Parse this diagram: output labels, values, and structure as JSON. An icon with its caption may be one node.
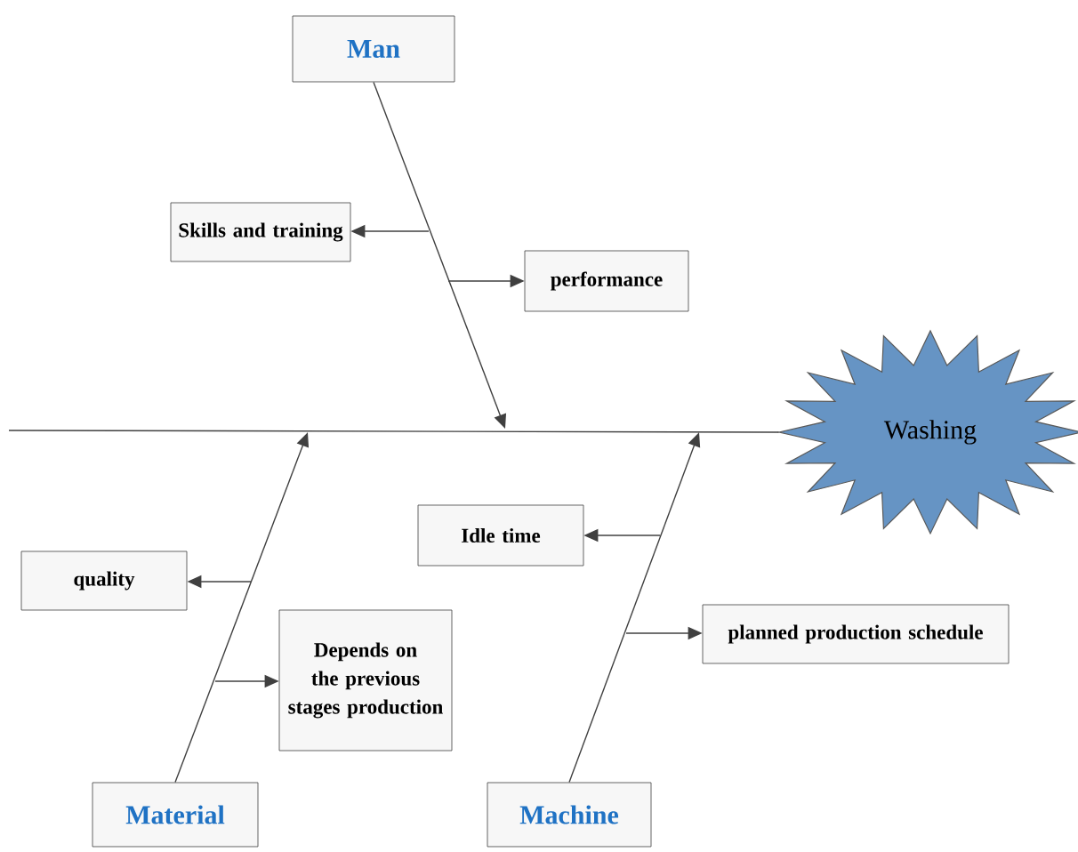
{
  "diagram": {
    "nodes": [
      {
        "text": [
          "Washing"
        ]
      },
      {
        "text": [
          "Man"
        ]
      },
      {
        "text": [
          "Skills and training"
        ]
      },
      {
        "text": [
          "performance"
        ]
      },
      {
        "text": [
          "Material"
        ]
      },
      {
        "text": [
          "quality"
        ]
      },
      {
        "text": [
          "Depends on the previous stages production"
        ]
      },
      {
        "text": [
          "Machine"
        ]
      },
      {
        "text": [
          "Idle time"
        ]
      },
      {
        "text": [
          "planned production schedule"
        ]
      }
    ],
    "edges": [
      {
        "from": null,
        "to": 0,
        "arrow": "none"
      },
      {
        "from": 1,
        "to": null,
        "arrow": "to"
      },
      {
        "from": null,
        "to": 2,
        "arrow": "to"
      },
      {
        "from": null,
        "to": 3,
        "arrow": "to"
      },
      {
        "from": 4,
        "to": null,
        "arrow": "to"
      },
      {
        "from": null,
        "to": 5,
        "arrow": "to"
      },
      {
        "from": null,
        "to": 6,
        "arrow": "to"
      },
      {
        "from": 7,
        "to": null,
        "arrow": "to"
      },
      {
        "from": null,
        "to": 8,
        "arrow": "to"
      },
      {
        "from": null,
        "to": 9,
        "arrow": "to"
      }
    ]
  }
}
